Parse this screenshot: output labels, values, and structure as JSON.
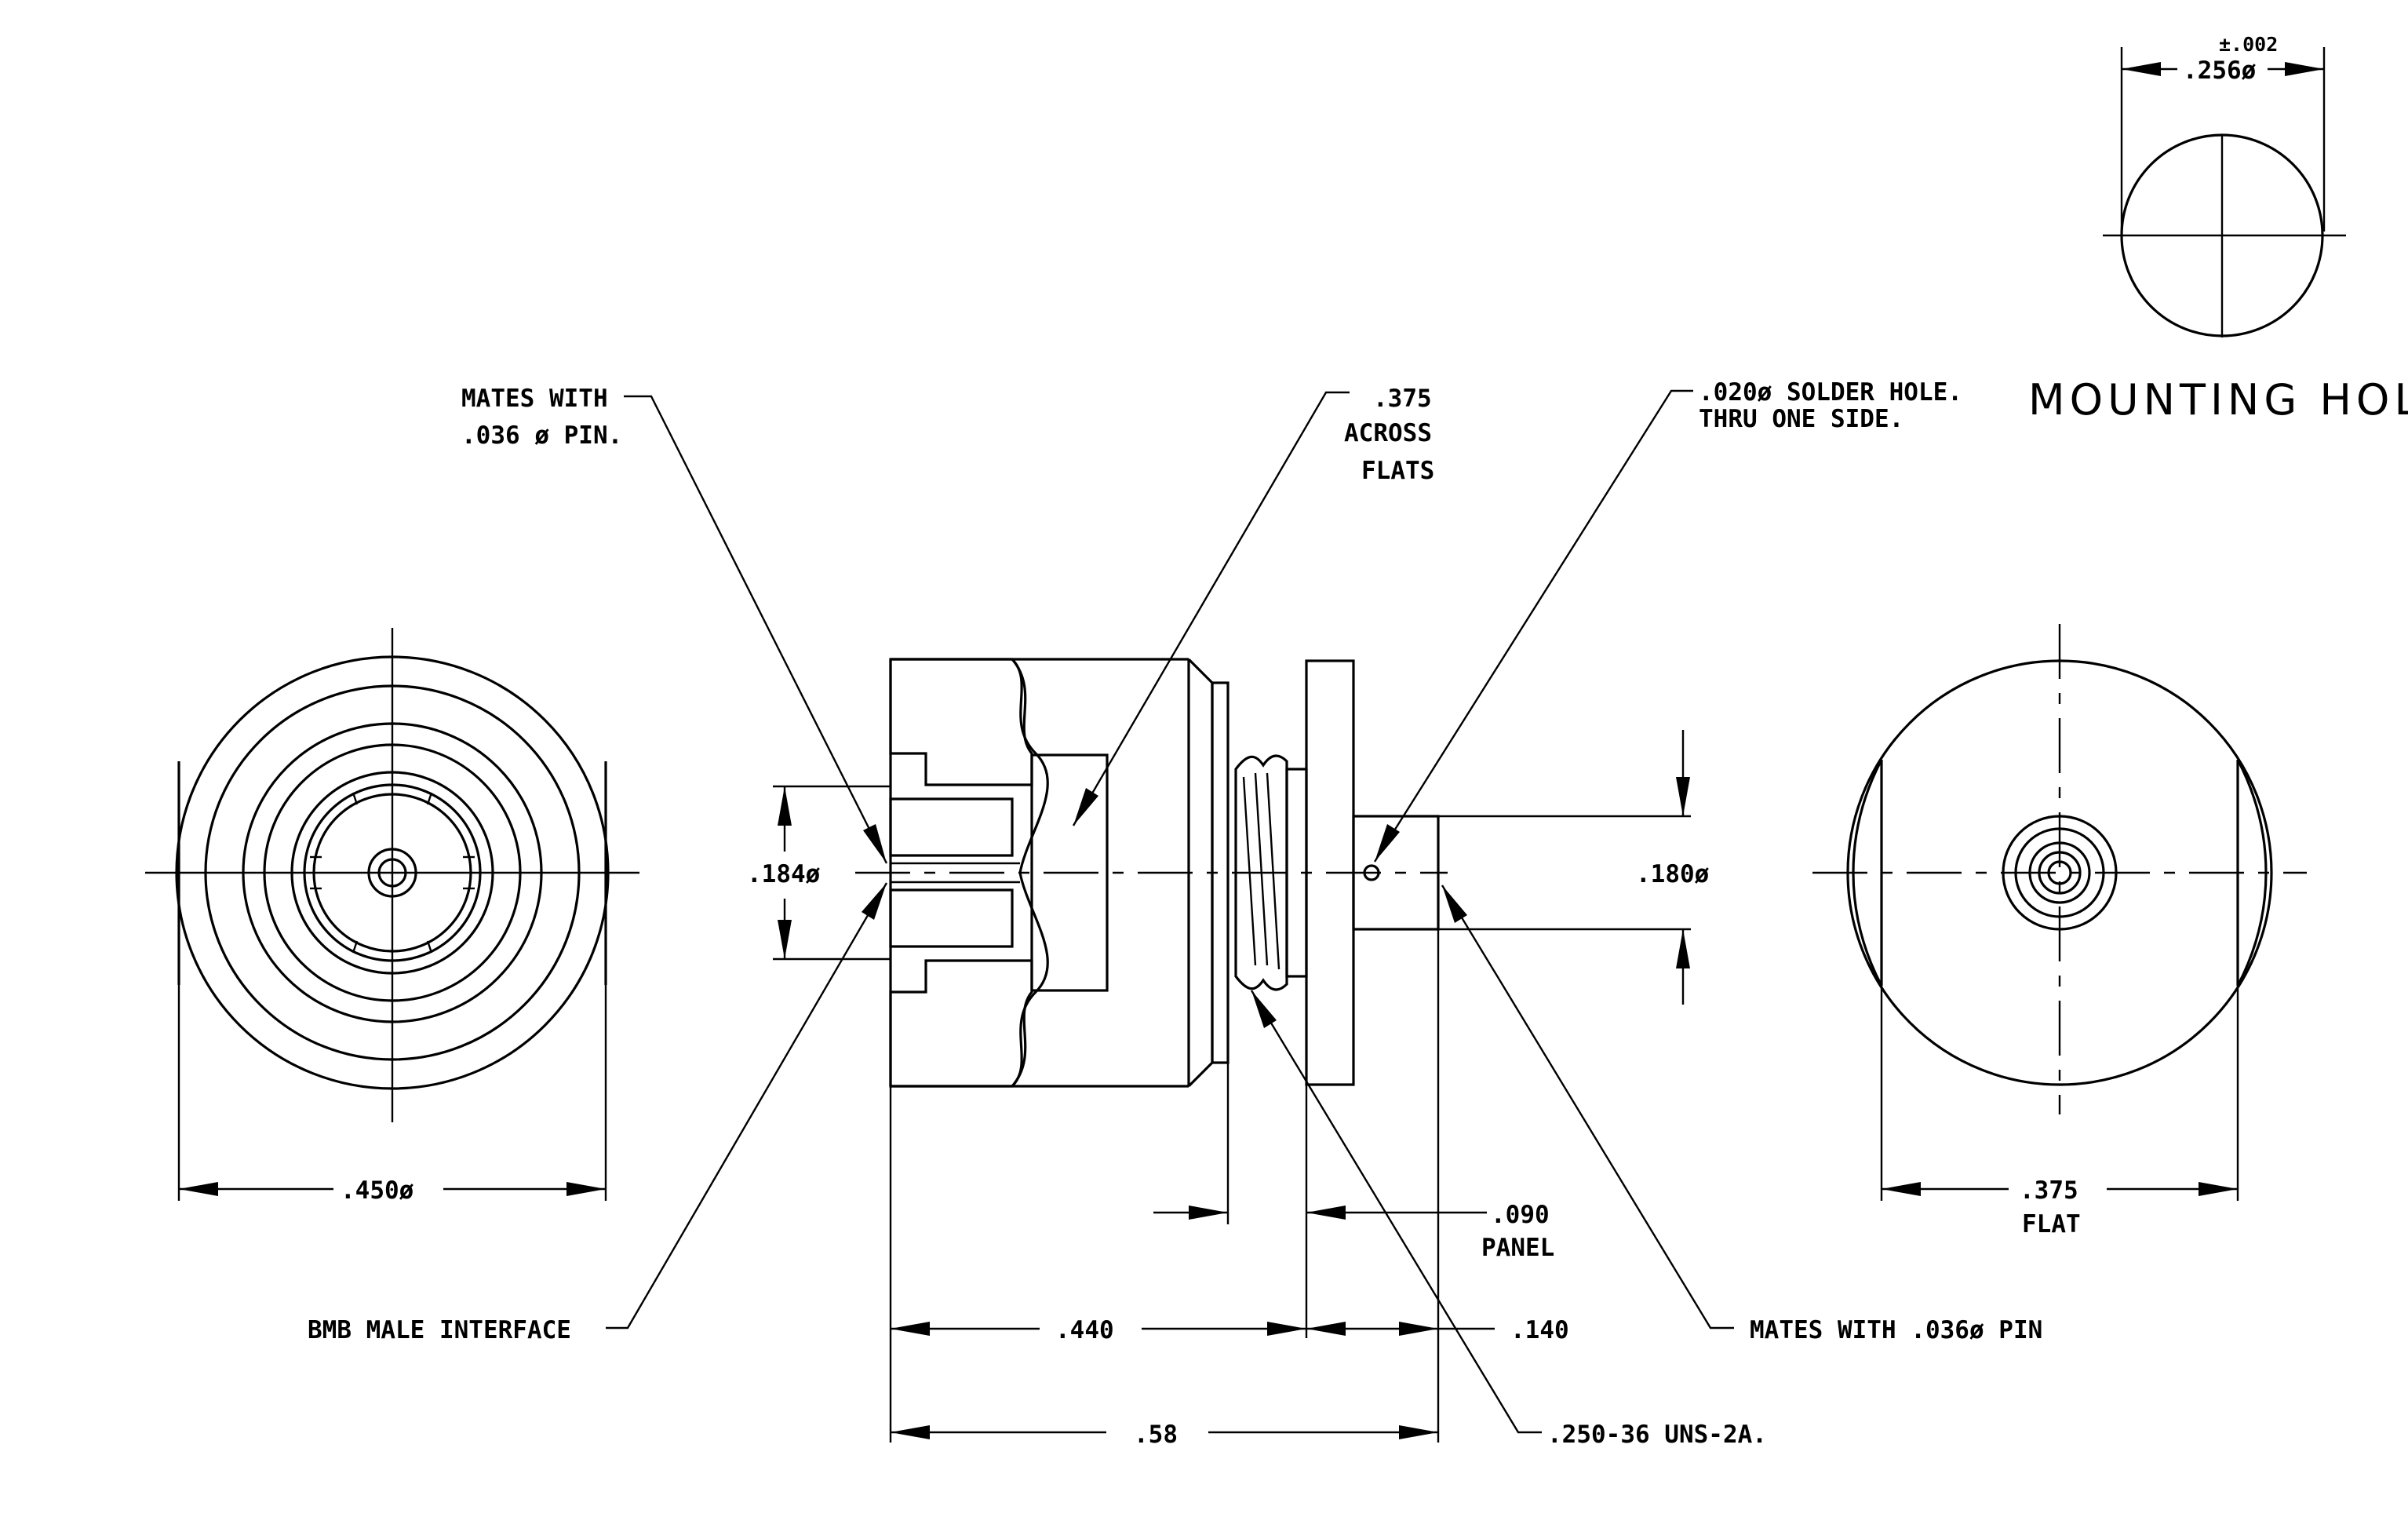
{
  "labels": {
    "mates_pin_left_1": "MATES WITH",
    "mates_pin_left_2": ".036 ø  PIN.",
    "across_flats_1": ".375",
    "across_flats_2": "ACROSS",
    "across_flats_3": "FLATS",
    "solder_hole_1": ".020ø SOLDER HOLE.",
    "solder_hole_2": "THRU ONE SIDE.",
    "mounting_hole": "MOUNTING HOLE",
    "mounting_tol": "±.002",
    "mounting_dia": ".256ø",
    "dim_184": ".184ø",
    "dim_180": ".180ø",
    "dim_450": ".450ø",
    "dim_375": ".375",
    "dim_flat": "FLAT",
    "dim_090": ".090",
    "dim_panel": "PANEL",
    "dim_440": ".440",
    "dim_140": ".140",
    "dim_58": ".58",
    "bmb": "BMB MALE INTERFACE",
    "mates_pin_right": "MATES WITH .036ø PIN",
    "thread": ".250-36 UNS-2A."
  }
}
